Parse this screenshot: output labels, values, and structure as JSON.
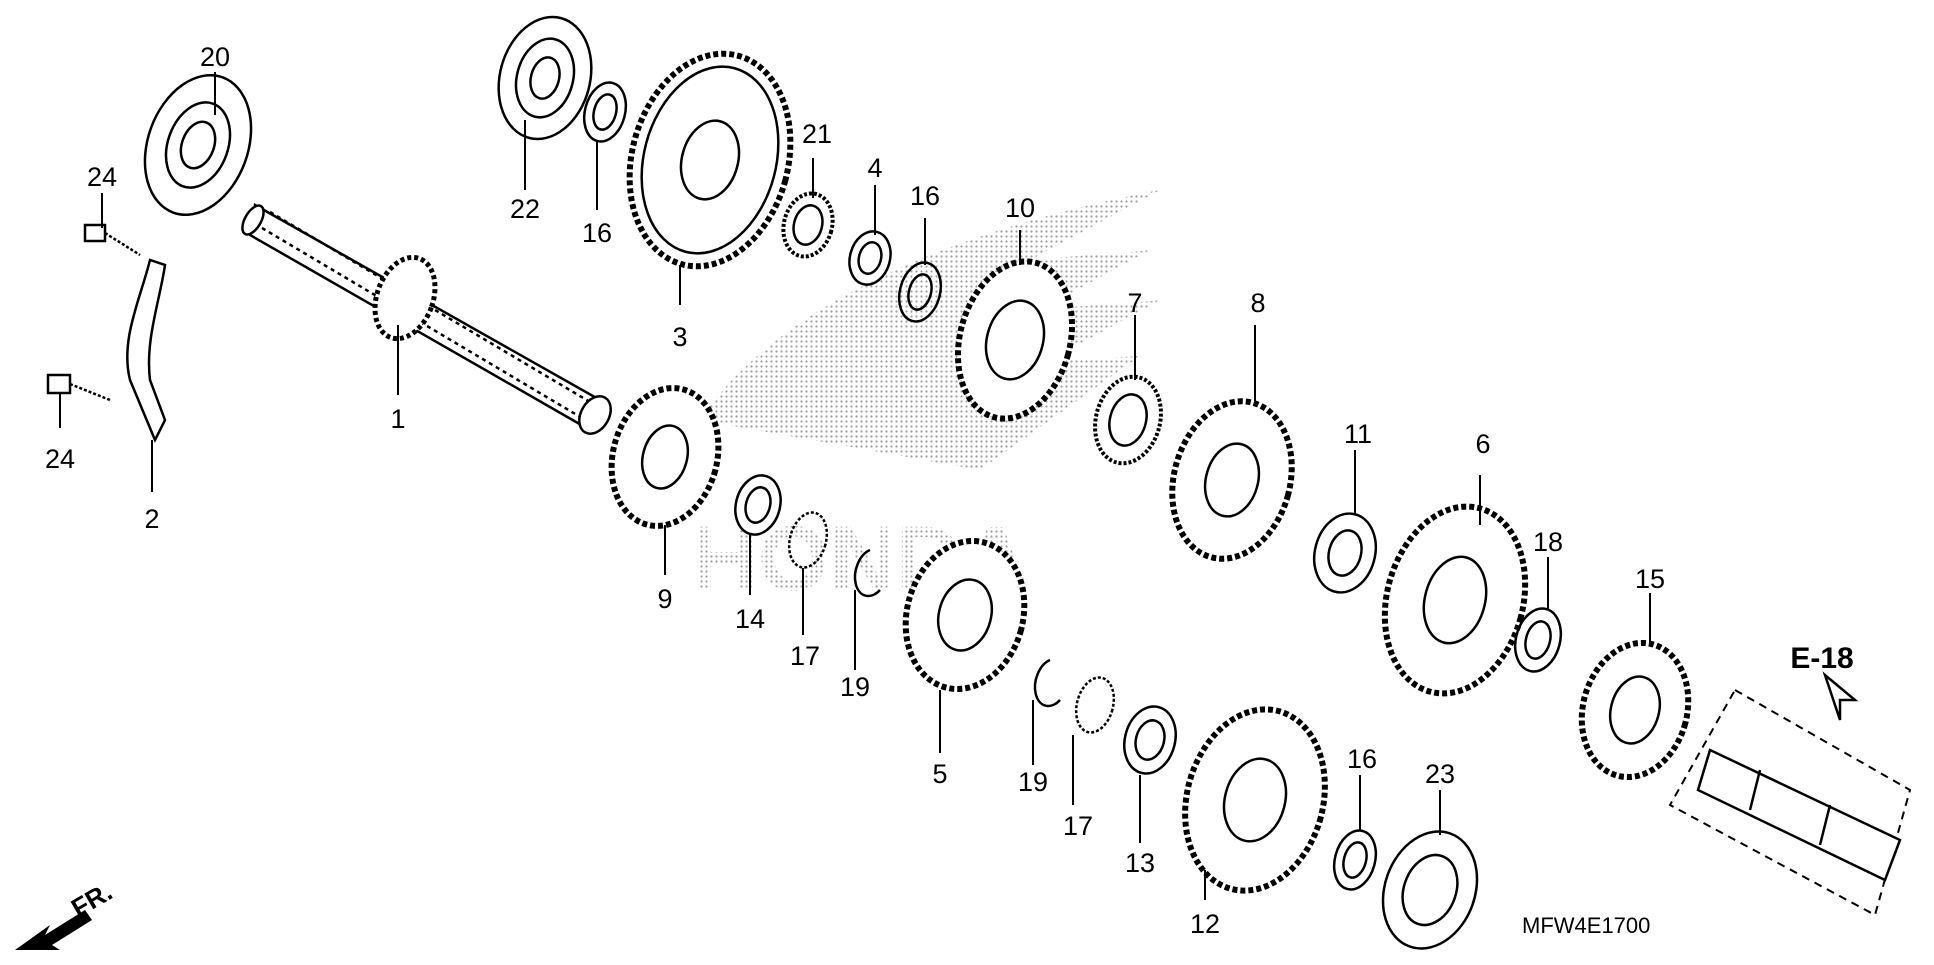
{
  "diagram": {
    "labels": [
      "20",
      "24",
      "24",
      "2",
      "1",
      "22",
      "16",
      "3",
      "21",
      "4",
      "16",
      "10",
      "7",
      "8",
      "11",
      "6",
      "18",
      "15",
      "9",
      "14",
      "17",
      "19",
      "5",
      "19",
      "17",
      "13",
      "12",
      "16",
      "23"
    ],
    "section_ref": "E-18",
    "part_code": "MFW4E1700",
    "front_mark": "FR.",
    "watermark": "HONDA"
  },
  "colors": {
    "line": "#000000",
    "background": "#ffffff",
    "watermark": "#9a9a9a"
  }
}
